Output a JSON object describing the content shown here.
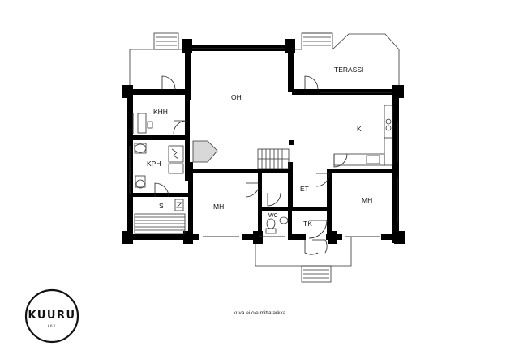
{
  "rooms": {
    "oh": "OH",
    "terassi": "TERASSI",
    "khh": "KHH",
    "k": "K",
    "kph": "KPH",
    "s": "S",
    "mh_left": "MH",
    "et": "ET",
    "mh_right": "MH",
    "wc": "WC",
    "tk": "TK"
  },
  "note": "kuva ei ole mittatarkka",
  "logo": {
    "word": "KUURU",
    "sub": "LKV"
  },
  "colors": {
    "wall": "#000000",
    "line": "#333333",
    "background": "#ffffff"
  }
}
